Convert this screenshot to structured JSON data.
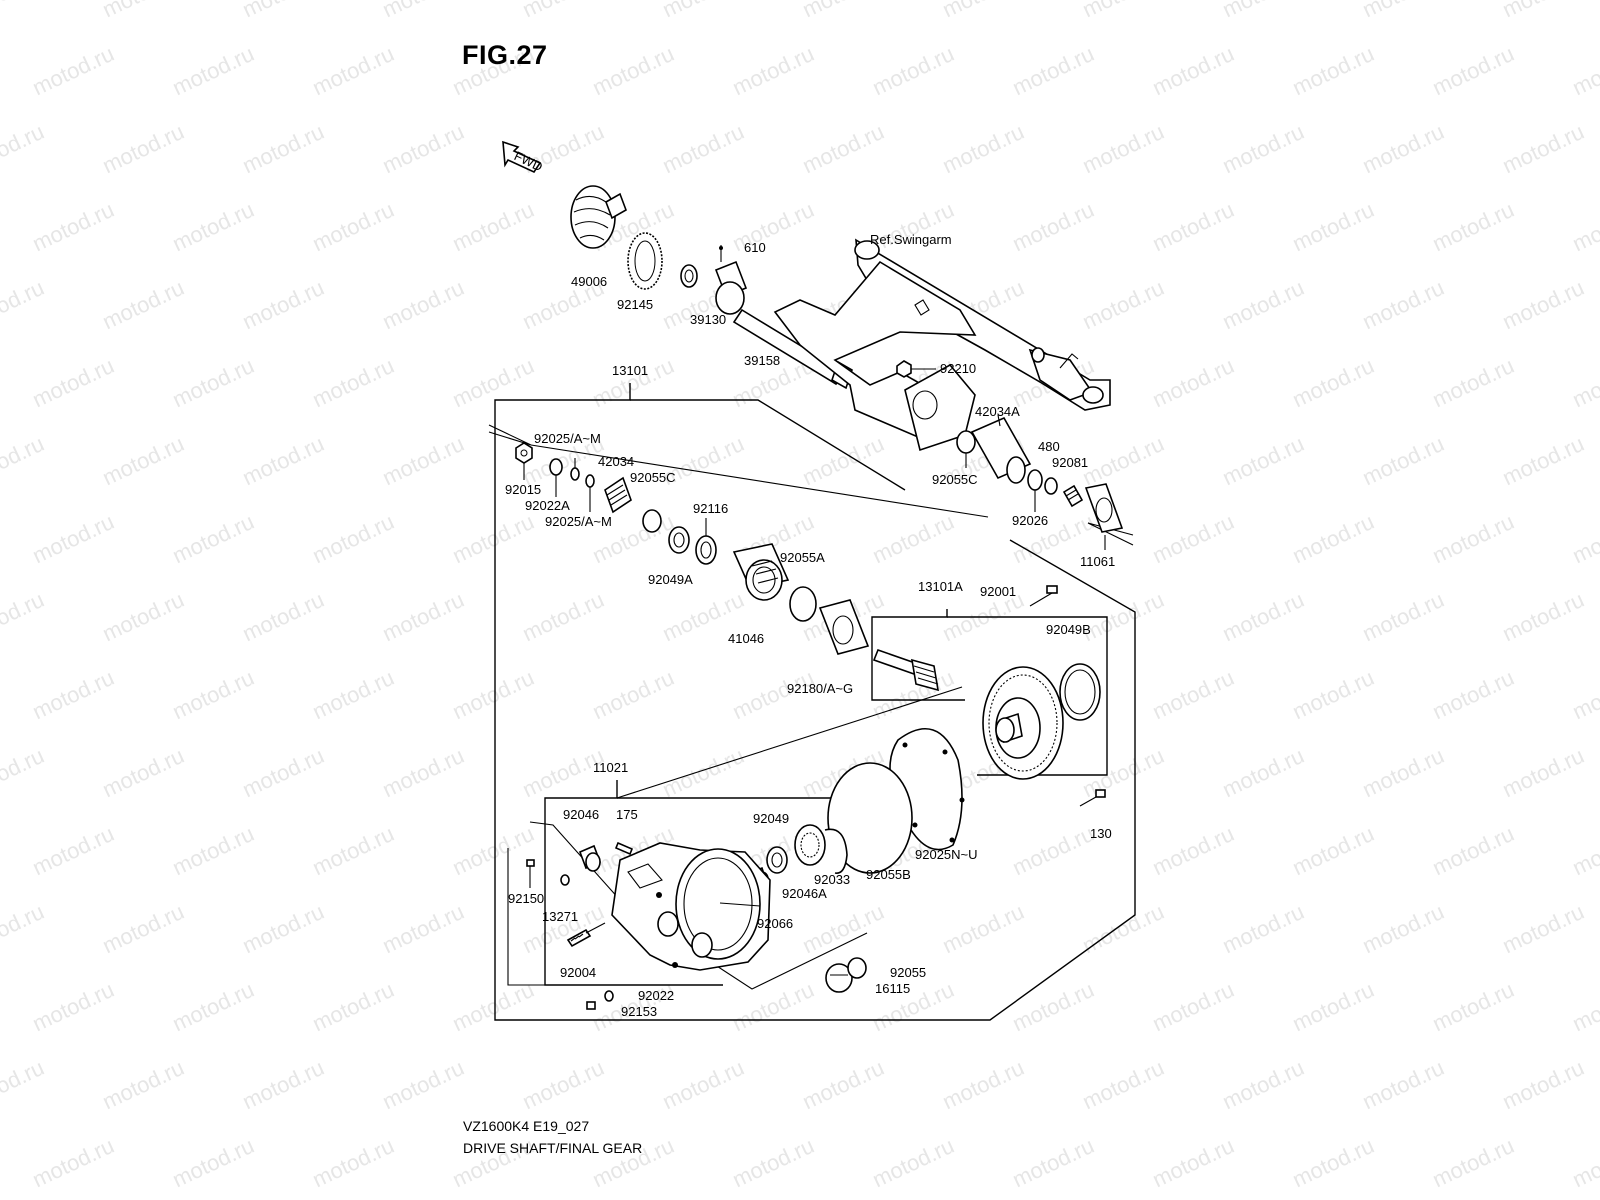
{
  "figure": {
    "title": "FIG.27",
    "code": "VZ1600K4 E19_027",
    "caption": "DRIVE SHAFT/FINAL GEAR"
  },
  "watermark": {
    "text": "motod.ru"
  },
  "fwd_label": "FWD",
  "reference_label": "Ref.Swingarm",
  "parts": [
    {
      "id": "49006",
      "label": "49006"
    },
    {
      "id": "92145",
      "label": "92145"
    },
    {
      "id": "39130",
      "label": "39130"
    },
    {
      "id": "610",
      "label": "610"
    },
    {
      "id": "39158",
      "label": "39158"
    },
    {
      "id": "92210",
      "label": "92210"
    },
    {
      "id": "13101",
      "label": "13101"
    },
    {
      "id": "42034A",
      "label": "42034A"
    },
    {
      "id": "92025-top",
      "label": "92025/A~M"
    },
    {
      "id": "42034",
      "label": "42034"
    },
    {
      "id": "92015",
      "label": "92015"
    },
    {
      "id": "92055C-a",
      "label": "92055C"
    },
    {
      "id": "92022A",
      "label": "92022A"
    },
    {
      "id": "92025-bottom",
      "label": "92025/A~M"
    },
    {
      "id": "92116",
      "label": "92116"
    },
    {
      "id": "92055C-b",
      "label": "92055C"
    },
    {
      "id": "480",
      "label": "480"
    },
    {
      "id": "92081",
      "label": "92081"
    },
    {
      "id": "92026",
      "label": "92026"
    },
    {
      "id": "11061",
      "label": "11061"
    },
    {
      "id": "92049A",
      "label": "92049A"
    },
    {
      "id": "92055A",
      "label": "92055A"
    },
    {
      "id": "41046",
      "label": "41046"
    },
    {
      "id": "13101A",
      "label": "13101A"
    },
    {
      "id": "92001",
      "label": "92001"
    },
    {
      "id": "92049B",
      "label": "92049B"
    },
    {
      "id": "92180",
      "label": "92180/A~G"
    },
    {
      "id": "11021",
      "label": "11021"
    },
    {
      "id": "92046",
      "label": "92046"
    },
    {
      "id": "175",
      "label": "175"
    },
    {
      "id": "92049",
      "label": "92049"
    },
    {
      "id": "130",
      "label": "130"
    },
    {
      "id": "92025N",
      "label": "92025N~U"
    },
    {
      "id": "92033",
      "label": "92033"
    },
    {
      "id": "92055B",
      "label": "92055B"
    },
    {
      "id": "92150",
      "label": "92150"
    },
    {
      "id": "92046A",
      "label": "92046A"
    },
    {
      "id": "13271",
      "label": "13271"
    },
    {
      "id": "92066",
      "label": "92066"
    },
    {
      "id": "92004",
      "label": "92004"
    },
    {
      "id": "92055",
      "label": "92055"
    },
    {
      "id": "16115",
      "label": "16115"
    },
    {
      "id": "92022",
      "label": "92022"
    },
    {
      "id": "92153",
      "label": "92153"
    }
  ]
}
